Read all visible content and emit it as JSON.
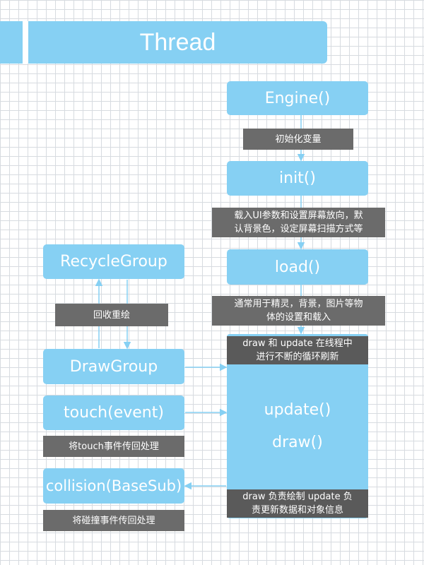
{
  "title": "Thread",
  "nodes": {
    "engine": "Engine()",
    "init": "init()",
    "load": "load()",
    "update": "update()",
    "draw": "draw()",
    "recycle_group": "RecycleGroup",
    "draw_group": "DrawGroup",
    "touch": "touch(event)",
    "collision": "collision(BaseSub)"
  },
  "notes": {
    "init_vars": "初始化变量",
    "init_desc_1": "载入UI参数和设置屏幕放向，默",
    "init_desc_2": "认背景色，设定屏幕扫描方式等",
    "load_desc_1": "通常用于精灵，背景，图片等物",
    "load_desc_2": "体的设置和载入",
    "loop_desc_1": "draw 和 update 在线程中",
    "loop_desc_2": "进行不断的循环刷新",
    "recycle_redraw": "回收重绘",
    "touch_pass": "将touch事件传回处理",
    "draw_update_desc_1": "draw 负责绘制 update 负",
    "draw_update_desc_2": "责更新数据和对象信息",
    "collision_pass": "将碰撞事件传回处理"
  },
  "colors": {
    "box": "#86d0f3",
    "note": "#6b6b6b",
    "arrow": "#86d0f3"
  }
}
